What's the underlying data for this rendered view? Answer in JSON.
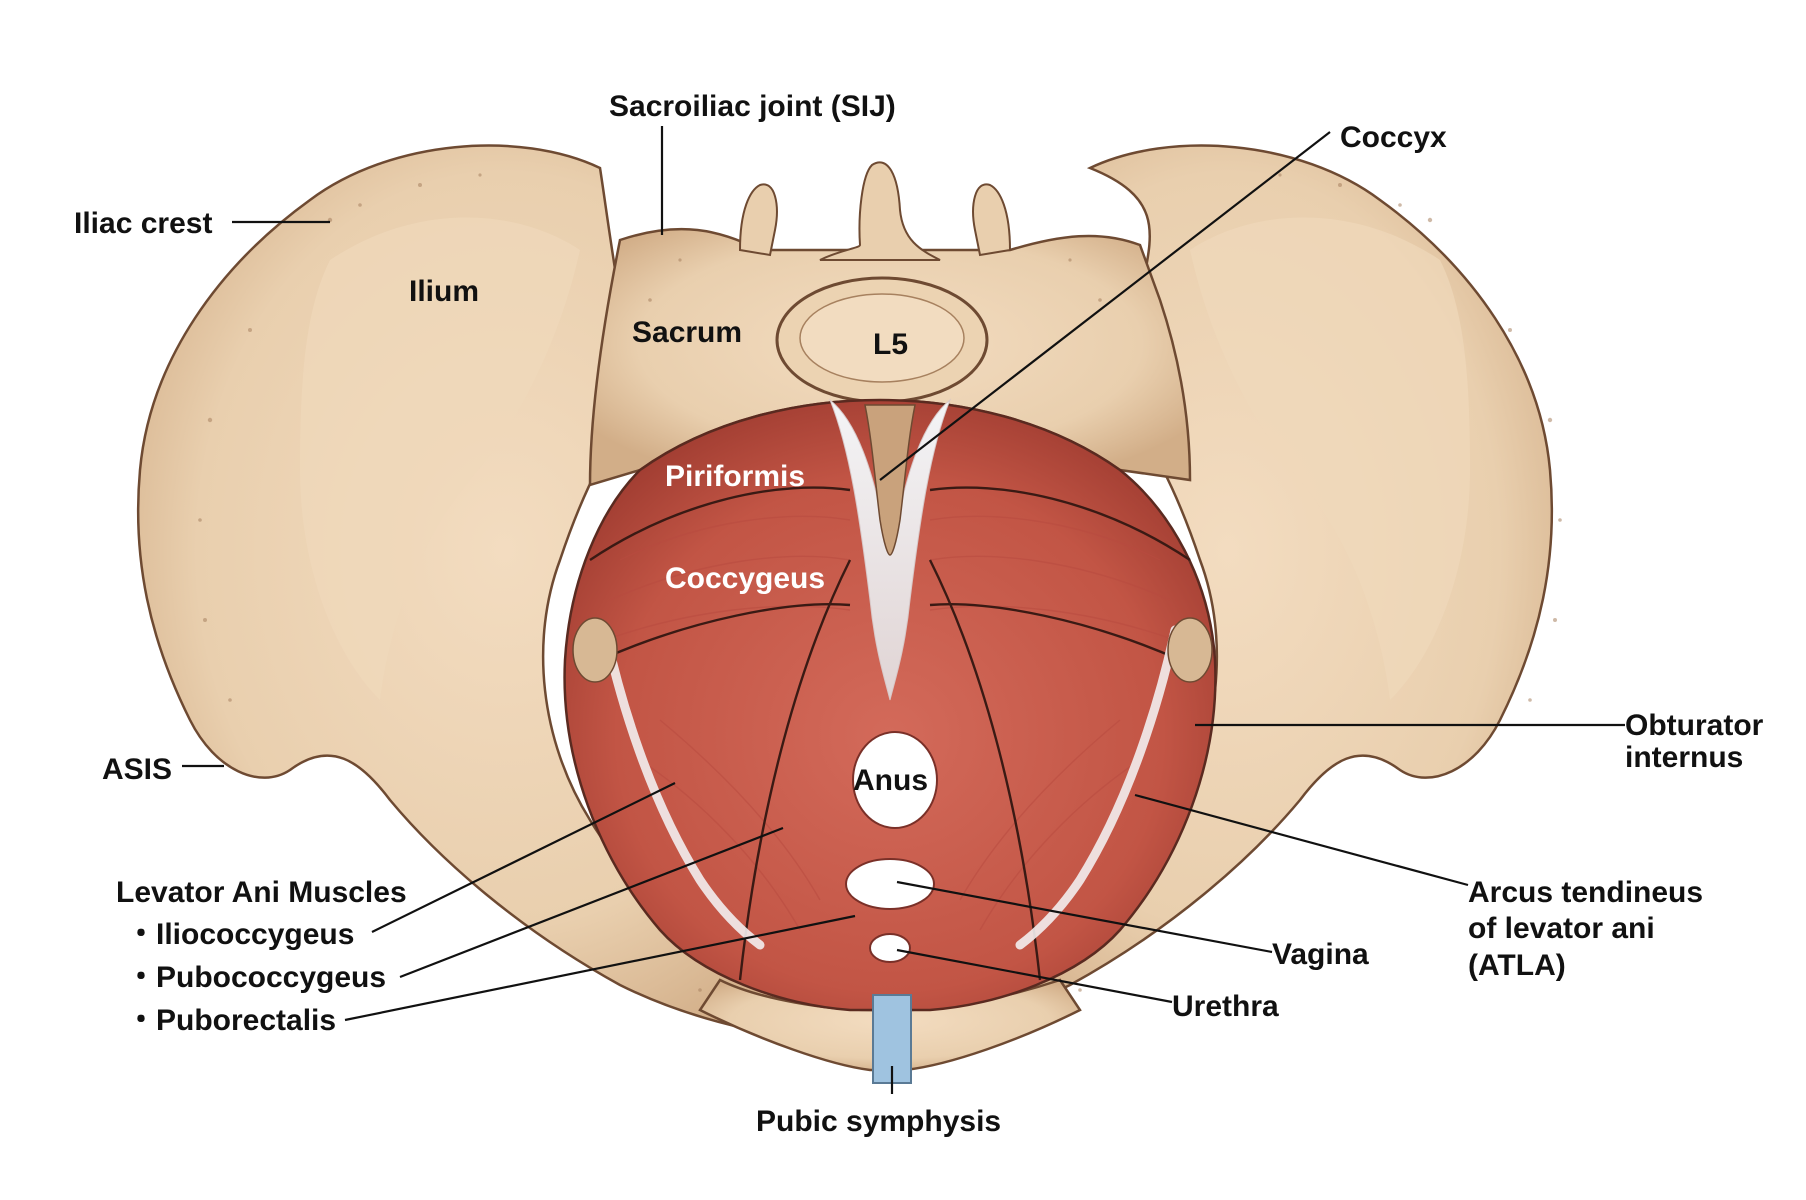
{
  "colors": {
    "bone": "#e9cfae",
    "bone_shadow": "#c9a27c",
    "bone_outline": "#6e4a32",
    "muscle": "#c65a4c",
    "muscle_dark": "#9e3b30",
    "tendon": "#eeeeef",
    "symphysis": "#9fc3e0",
    "label": "#111111"
  },
  "labels": {
    "sacroiliac_joint": "Sacroiliac joint (SIJ)",
    "coccyx": "Coccyx",
    "iliac_crest": "Iliac crest",
    "ilium": "Ilium",
    "sacrum": "Sacrum",
    "l5": "L5",
    "piriformis": "Piriformis",
    "coccygeus": "Coccygeus",
    "obturator_internus_line1": "Obturator",
    "obturator_internus_line2": "internus",
    "asis": "ASIS",
    "anus": "Anus",
    "levator_ani_title": "Levator Ani Muscles",
    "iliococcygeus": "・Iliococcygeus",
    "pubococcygeus": "・Pubococcygeus",
    "puborectalis": "・Puborectalis",
    "arcus_line1": "Arcus tendineus",
    "arcus_line2": "of levator ani",
    "arcus_line3": "(ATLA)",
    "vagina": "Vagina",
    "urethra": "Urethra",
    "pubic_symphysis": "Pubic symphysis"
  }
}
